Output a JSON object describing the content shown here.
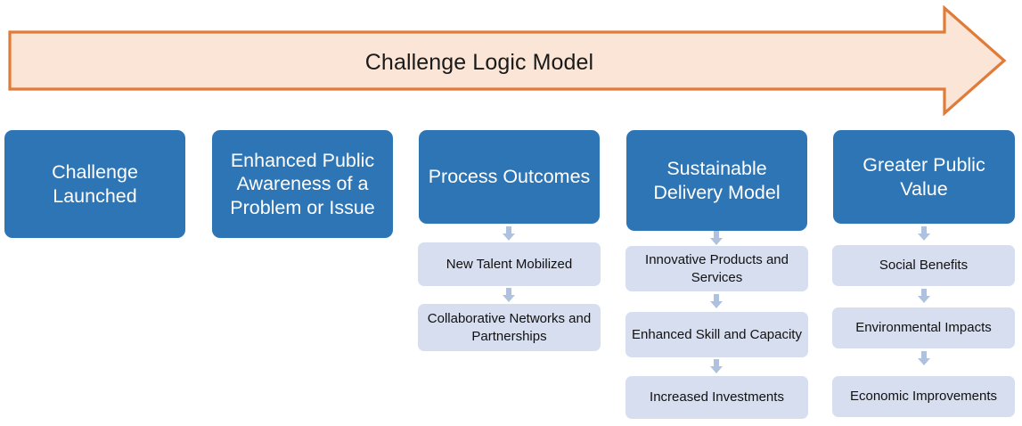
{
  "banner": {
    "title": "Challenge Logic Model",
    "fill": "#FBE5D6",
    "stroke": "#E07B39",
    "shape": "right-arrow"
  },
  "palette": {
    "primary_box_fill": "#2E75B6",
    "primary_box_text": "#FFFFFF",
    "secondary_box_fill": "#D6DEEF",
    "secondary_box_text": "#111111",
    "connector_arrow": "#AEC2E0",
    "page_background": "#FFFFFF"
  },
  "columns": [
    {
      "id": "column-1",
      "primary": "Challenge Launched",
      "steps": []
    },
    {
      "id": "column-2",
      "primary": "Enhanced Public Awareness of a Problem or Issue",
      "steps": []
    },
    {
      "id": "column-3",
      "primary": "Process Outcomes",
      "steps": [
        "New Talent Mobilized",
        "Collaborative Networks and Partnerships"
      ]
    },
    {
      "id": "column-4",
      "primary": "Sustainable Delivery Model",
      "steps": [
        "Innovative Products and Services",
        "Enhanced Skill and Capacity",
        "Increased Investments"
      ]
    },
    {
      "id": "column-5",
      "primary": "Greater Public Value",
      "steps": [
        "Social Benefits",
        "Environmental Impacts",
        "Economic Improvements"
      ]
    }
  ]
}
